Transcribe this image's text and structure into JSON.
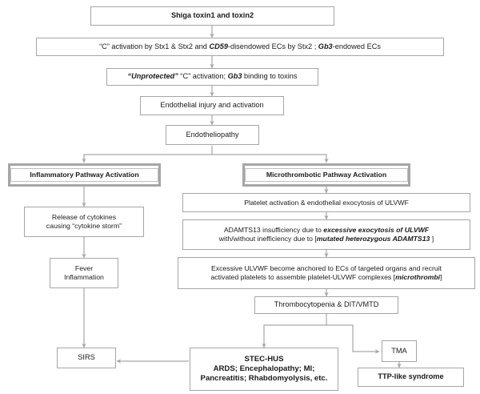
{
  "diagram": {
    "title": "Pathogenesis of STEC-HUS flowchart",
    "colors": {
      "box_border": "#a6a6a6",
      "thick_border": "#a6a6a6",
      "connector": "#a6a6a6",
      "text": "#1a1a1a",
      "background": "#ffffff"
    },
    "nodes": {
      "shiga_toxin": "Shiga toxin1 and toxin2",
      "c_activation_pre": "“C” activation by Stx1 & Stx2 and ",
      "c_activation_italic1": "CD59",
      "c_activation_mid": "-disendowed ECs by Stx2 ; ",
      "c_activation_italic2": "Gb3",
      "c_activation_post": "-endowed ECs",
      "unprotected_italic": "“Unprotected”",
      "unprotected_mid": " “C” activation; ",
      "unprotected_italic2": "Gb3",
      "unprotected_post": " binding to toxins",
      "endothelial_injury": "Endothelial injury and activation",
      "endotheliopathy": "Endotheliopathy",
      "inflammatory_pathway": "Inflammatory Pathway Activation",
      "microthrombotic_pathway": "Microthrombotic Pathway Activation",
      "platelet_activation": "Platelet activation & endothelial exocytosis of ULVWF",
      "adamts13_line1_pre": "ADAMTS13 insufficiency due to ",
      "adamts13_line1_italic": "excessive exocytosis of ULVWF",
      "adamts13_line2_pre": "with/without inefficiency due to [",
      "adamts13_line2_italic": "mutated heterozygous ADAMTS13",
      "adamts13_line2_post": " ]",
      "ulvwf_line1": "Excessive ULVWF become anchored to ECs of targeted organs and recruit",
      "ulvwf_line2_pre": "activated platelets to assemble platelet-ULVWF complexes [",
      "ulvwf_line2_italic": "microthrombi",
      "ulvwf_line2_post": "]",
      "cytokine_line1": "Release of cytokines",
      "cytokine_line2": "causing “cytokine storm”",
      "fever_line1": "Fever",
      "fever_line2": "Inflammation",
      "thrombocytopenia": "Thrombocytopenia  &  DIT/VMTD",
      "sirs": "SIRS",
      "stec_hus_line1": "STEC-HUS",
      "stec_hus_line2": "ARDS; Encephalopathy; MI;",
      "stec_hus_line3": "Pancreatitis; Rhabdomyolysis, etc.",
      "tma": "TMA",
      "ttp_like": "TTP-like syndrome"
    }
  }
}
